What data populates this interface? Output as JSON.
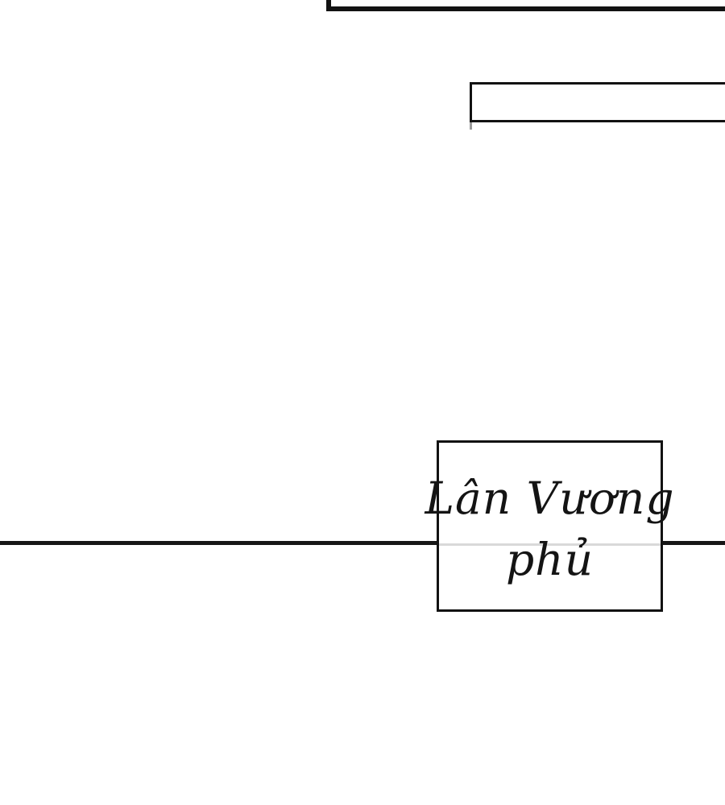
{
  "page": {
    "background_color": "#ffffff",
    "ink_color": "#121212",
    "faint_line_color": "#d9d9d9"
  },
  "caption_box": {
    "line1": "Lân Vương",
    "line2": "phủ",
    "full_text": "Lân Vương phủ"
  }
}
